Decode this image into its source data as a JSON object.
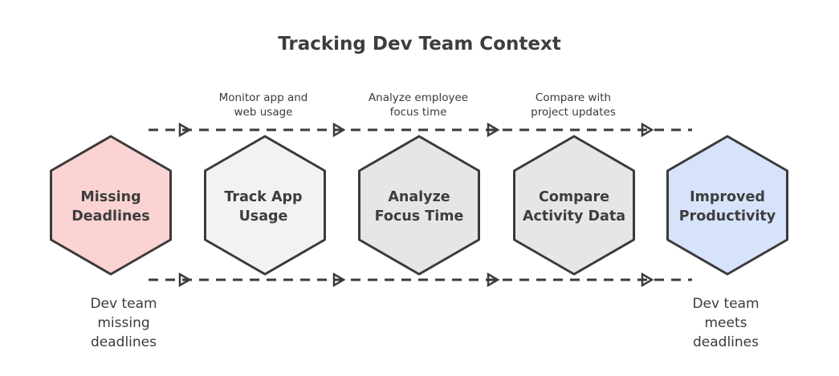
{
  "title": "Tracking Dev Team Context",
  "colors": {
    "stroke": "#3b3b3b",
    "missing": "#fbd3d3",
    "neutral_light": "#f2f2f2",
    "neutral_mid": "#e6e6e6",
    "improved": "#d6e3fb"
  },
  "steps": [
    {
      "label": "Missing\nDeadlines",
      "fill_key": "missing"
    },
    {
      "label": "Track App\nUsage",
      "fill_key": "neutral_light"
    },
    {
      "label": "Analyze\nFocus Time",
      "fill_key": "neutral_mid"
    },
    {
      "label": "Compare\nActivity Data",
      "fill_key": "neutral_mid"
    },
    {
      "label": "Improved\nProductivity",
      "fill_key": "improved"
    }
  ],
  "annotations": [
    "Monitor app and\nweb usage",
    "Analyze employee\nfocus time",
    "Compare with\nproject updates"
  ],
  "captions": {
    "start": "Dev team\nmissing\ndeadlines",
    "end": "Dev team\nmeets\ndeadlines"
  }
}
